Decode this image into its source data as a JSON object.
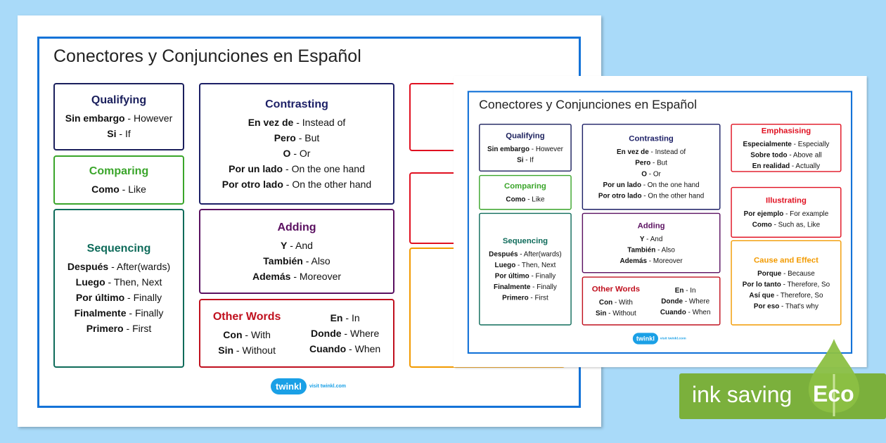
{
  "title": "Conectores y Conjunciones en Español",
  "colors": {
    "background": "#a9daf9",
    "border": "#1473d8",
    "eco_green": "#7bb03c"
  },
  "boxes": {
    "qualifying": {
      "heading": "Qualifying",
      "color": "#1a1f5c",
      "lines": [
        [
          "Sin embargo",
          "However"
        ],
        [
          "Si",
          "If"
        ]
      ]
    },
    "comparing": {
      "heading": "Comparing",
      "color": "#3aa52a",
      "lines": [
        [
          "Como",
          "Like"
        ]
      ]
    },
    "sequencing": {
      "heading": "Sequencing",
      "color": "#0e6b5a",
      "lines": [
        [
          "Después",
          "After(wards)"
        ],
        [
          "Luego",
          "Then, Next"
        ],
        [
          "Por último",
          "Finally"
        ],
        [
          "Finalmente",
          "Finally"
        ],
        [
          "Primero",
          "First"
        ]
      ]
    },
    "contrasting": {
      "heading": "Contrasting",
      "color": "#1c1f66",
      "lines": [
        [
          "En vez de",
          "Instead of"
        ],
        [
          "Pero",
          "But"
        ],
        [
          "O",
          "Or"
        ],
        [
          "Por un lado",
          "On the one hand"
        ],
        [
          "Por otro lado",
          "On the other hand"
        ]
      ]
    },
    "adding": {
      "heading": "Adding",
      "color": "#5a1060",
      "lines": [
        [
          "Y",
          "And"
        ],
        [
          "También",
          "Also"
        ],
        [
          "Además",
          "Moreover"
        ]
      ]
    },
    "other": {
      "heading": "Other Words",
      "color": "#c0101e",
      "lines": [
        [
          "Con",
          "With"
        ],
        [
          "Sin",
          "Without"
        ],
        [
          "En",
          "In"
        ],
        [
          "Donde",
          "Where"
        ],
        [
          "Cuando",
          "When"
        ]
      ]
    },
    "emphasising": {
      "heading": "Emphasising",
      "color": "#e01020",
      "lines": [
        [
          "Especialmente",
          "Especially"
        ],
        [
          "Sobre todo",
          "Above all"
        ],
        [
          "En realidad",
          "Actually"
        ]
      ]
    },
    "illustrating": {
      "heading": "Illustrating",
      "color": "#e01020",
      "lines": [
        [
          "Por ejemplo",
          "For example"
        ],
        [
          "Como",
          "Such as, Like"
        ]
      ]
    },
    "cause": {
      "heading": "Cause and Effect",
      "color": "#f29a00",
      "lines": [
        [
          "Porque",
          "Because"
        ],
        [
          "Por lo tanto",
          "Therefore, So"
        ],
        [
          "Así que",
          "Therefore, So"
        ],
        [
          "Por eso",
          "That's why"
        ]
      ]
    }
  },
  "logo": {
    "brand": "twinkl",
    "visit": "visit twinkl.com"
  },
  "badge": {
    "text": "ink saving",
    "eco": "Eco"
  }
}
